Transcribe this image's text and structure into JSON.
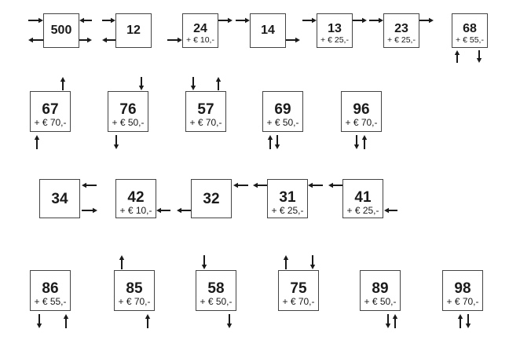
{
  "boxes": [
    {
      "id": "b500",
      "number": "500",
      "price": ""
    },
    {
      "id": "b12",
      "number": "12",
      "price": ""
    },
    {
      "id": "b24",
      "number": "24",
      "price": "+ € 10,-"
    },
    {
      "id": "b14",
      "number": "14",
      "price": ""
    },
    {
      "id": "b13",
      "number": "13",
      "price": "+ € 25,-"
    },
    {
      "id": "b23",
      "number": "23",
      "price": "+ € 25,-"
    },
    {
      "id": "b68",
      "number": "68",
      "price": "+ € 55,-"
    },
    {
      "id": "b67",
      "number": "67",
      "price": "+ € 70,-"
    },
    {
      "id": "b76",
      "number": "76",
      "price": "+ € 50,-"
    },
    {
      "id": "b57",
      "number": "57",
      "price": "+ € 70,-"
    },
    {
      "id": "b69",
      "number": "69",
      "price": "+ € 50,-"
    },
    {
      "id": "b96",
      "number": "96",
      "price": "+ € 70,-"
    },
    {
      "id": "b34",
      "number": "34",
      "price": ""
    },
    {
      "id": "b42",
      "number": "42",
      "price": "+ € 10,-"
    },
    {
      "id": "b32",
      "number": "32",
      "price": ""
    },
    {
      "id": "b31",
      "number": "31",
      "price": "+ € 25,-"
    },
    {
      "id": "b41",
      "number": "41",
      "price": "+ € 25,-"
    },
    {
      "id": "b86",
      "number": "86",
      "price": "+ € 55,-"
    },
    {
      "id": "b85",
      "number": "85",
      "price": "+ € 70,-"
    },
    {
      "id": "b58",
      "number": "58",
      "price": "+ € 50,-"
    },
    {
      "id": "b75",
      "number": "75",
      "price": "+ € 70,-"
    },
    {
      "id": "b89",
      "number": "89",
      "price": "+ € 50,-"
    },
    {
      "id": "b98",
      "number": "98",
      "price": "+ € 70,-"
    }
  ],
  "colors": {
    "stroke": "#444444",
    "arrow": "#1a1a1a",
    "text": "#1a1a1a"
  }
}
